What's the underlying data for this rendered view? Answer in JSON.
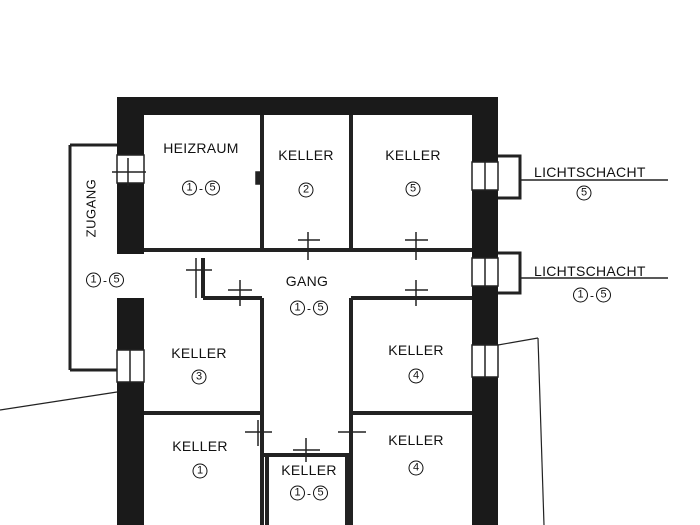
{
  "rooms": {
    "heizraum": {
      "label": "HEIZRAUM",
      "range_from": "1",
      "range_sep": "-",
      "range_to": "5"
    },
    "keller_top_mid": {
      "label": "KELLER",
      "num": "2"
    },
    "keller_top_right": {
      "label": "KELLER",
      "num": "5"
    },
    "gang": {
      "label": "GANG",
      "range_from": "1",
      "range_sep": "-",
      "range_to": "5"
    },
    "zugang": {
      "label": "ZUGANG",
      "range_from": "1",
      "range_sep": "-",
      "range_to": "5"
    },
    "keller_mid_left": {
      "label": "KELLER",
      "num": "3"
    },
    "keller_mid_right": {
      "label": "KELLER",
      "num": "4"
    },
    "keller_bottom_left": {
      "label": "KELLER",
      "num": "1"
    },
    "keller_bottom_mid": {
      "label": "KELLER",
      "range_from": "1",
      "range_sep": "-",
      "range_to": "5"
    },
    "keller_bottom_right": {
      "label": "KELLER",
      "num": "4"
    }
  },
  "lichtschacht": [
    {
      "label": "LICHTSCHACHT",
      "num": "5"
    },
    {
      "label": "LICHTSCHACHT",
      "range_from": "1",
      "range_sep": "-",
      "range_to": "5"
    }
  ],
  "colors": {
    "wall": "#1a1a1a",
    "line": "#222222",
    "background": "#ffffff"
  }
}
